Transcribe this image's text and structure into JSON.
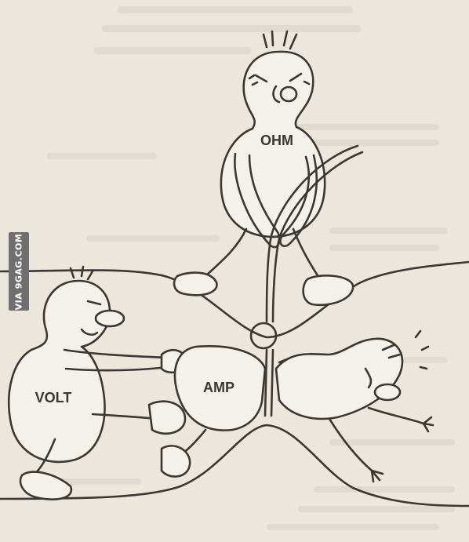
{
  "labels": {
    "ohm": "OHM",
    "volt": "VOLT",
    "amp": "AMP"
  },
  "watermark": "VIA 9GAG.COM",
  "colors": {
    "paper": "#ece7dd",
    "ink": "#3b3733",
    "watermark_bg": "#6f6f6f"
  }
}
